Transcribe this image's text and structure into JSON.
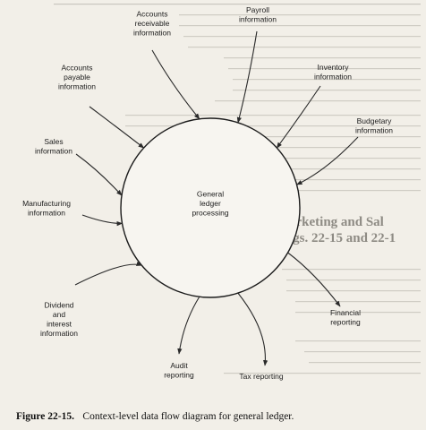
{
  "diagram": {
    "center": {
      "id": "general-ledger",
      "lines": [
        "General",
        "ledger",
        "processing"
      ]
    },
    "nodes": [
      {
        "id": "accounts-receivable",
        "lines": [
          "Accounts",
          "receivable",
          "information"
        ],
        "direction": "in"
      },
      {
        "id": "payroll",
        "lines": [
          "Payroll",
          "information"
        ],
        "direction": "in"
      },
      {
        "id": "inventory",
        "lines": [
          "Inventory",
          "information"
        ],
        "direction": "in"
      },
      {
        "id": "budgetary",
        "lines": [
          "Budgetary",
          "information"
        ],
        "direction": "in"
      },
      {
        "id": "accounts-payable",
        "lines": [
          "Accounts",
          "payable",
          "information"
        ],
        "direction": "in"
      },
      {
        "id": "sales",
        "lines": [
          "Sales",
          "information"
        ],
        "direction": "in"
      },
      {
        "id": "manufacturing",
        "lines": [
          "Manufacturing",
          "information"
        ],
        "direction": "in"
      },
      {
        "id": "dividend-interest",
        "lines": [
          "Dividend",
          "and",
          "interest",
          "information"
        ],
        "direction": "in"
      },
      {
        "id": "audit-reporting",
        "lines": [
          "Audit",
          "reporting"
        ],
        "direction": "out"
      },
      {
        "id": "tax-reporting",
        "lines": [
          "Tax reporting"
        ],
        "direction": "out"
      },
      {
        "id": "financial-reporting",
        "lines": [
          "Financial",
          "reporting"
        ],
        "direction": "out"
      }
    ]
  },
  "caption": {
    "figure": "Figure 22-15.",
    "text": "Context-level data flow diagram for general ledger."
  },
  "background": {
    "heading_lines": [
      "farketing and Sal",
      "figs. 22-15 and 22-1"
    ]
  },
  "colors": {
    "ink": "#1c1c1c",
    "paper": "#f2efe8",
    "bleed": "#b9b6ae"
  }
}
